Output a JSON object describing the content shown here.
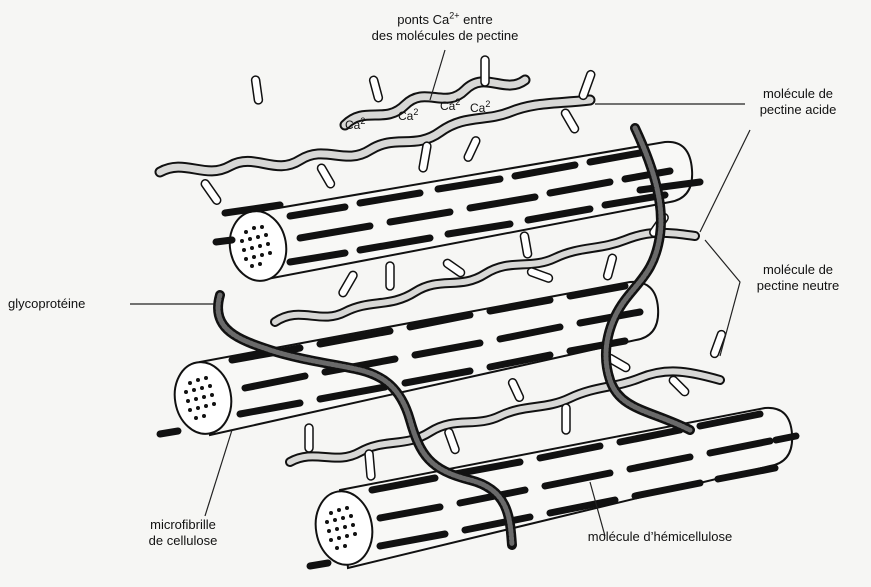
{
  "labels": {
    "ca_bridges": {
      "line1_prefix": "ponts Ca",
      "line1_sup": "2+",
      "line1_suffix": " entre",
      "line2": "des molécules de pectine"
    },
    "acid_pectin": {
      "line1": "molécule de",
      "line2": "pectine acide"
    },
    "neutral_pectin": {
      "line1": "molécule de",
      "line2": "pectine neutre"
    },
    "glycoprotein": "glycoprotéine",
    "cellulose": {
      "line1": "microfibrille",
      "line2": "de cellulose"
    },
    "hemicellulose": "molécule d’hémicellulose",
    "ca_ions": [
      "Ca",
      "Ca",
      "Ca",
      "Ca"
    ],
    "ca_sup": "2"
  },
  "colors": {
    "ink": "#151515",
    "paper": "#f6f6f4",
    "stipple": "#9a9a9a"
  }
}
